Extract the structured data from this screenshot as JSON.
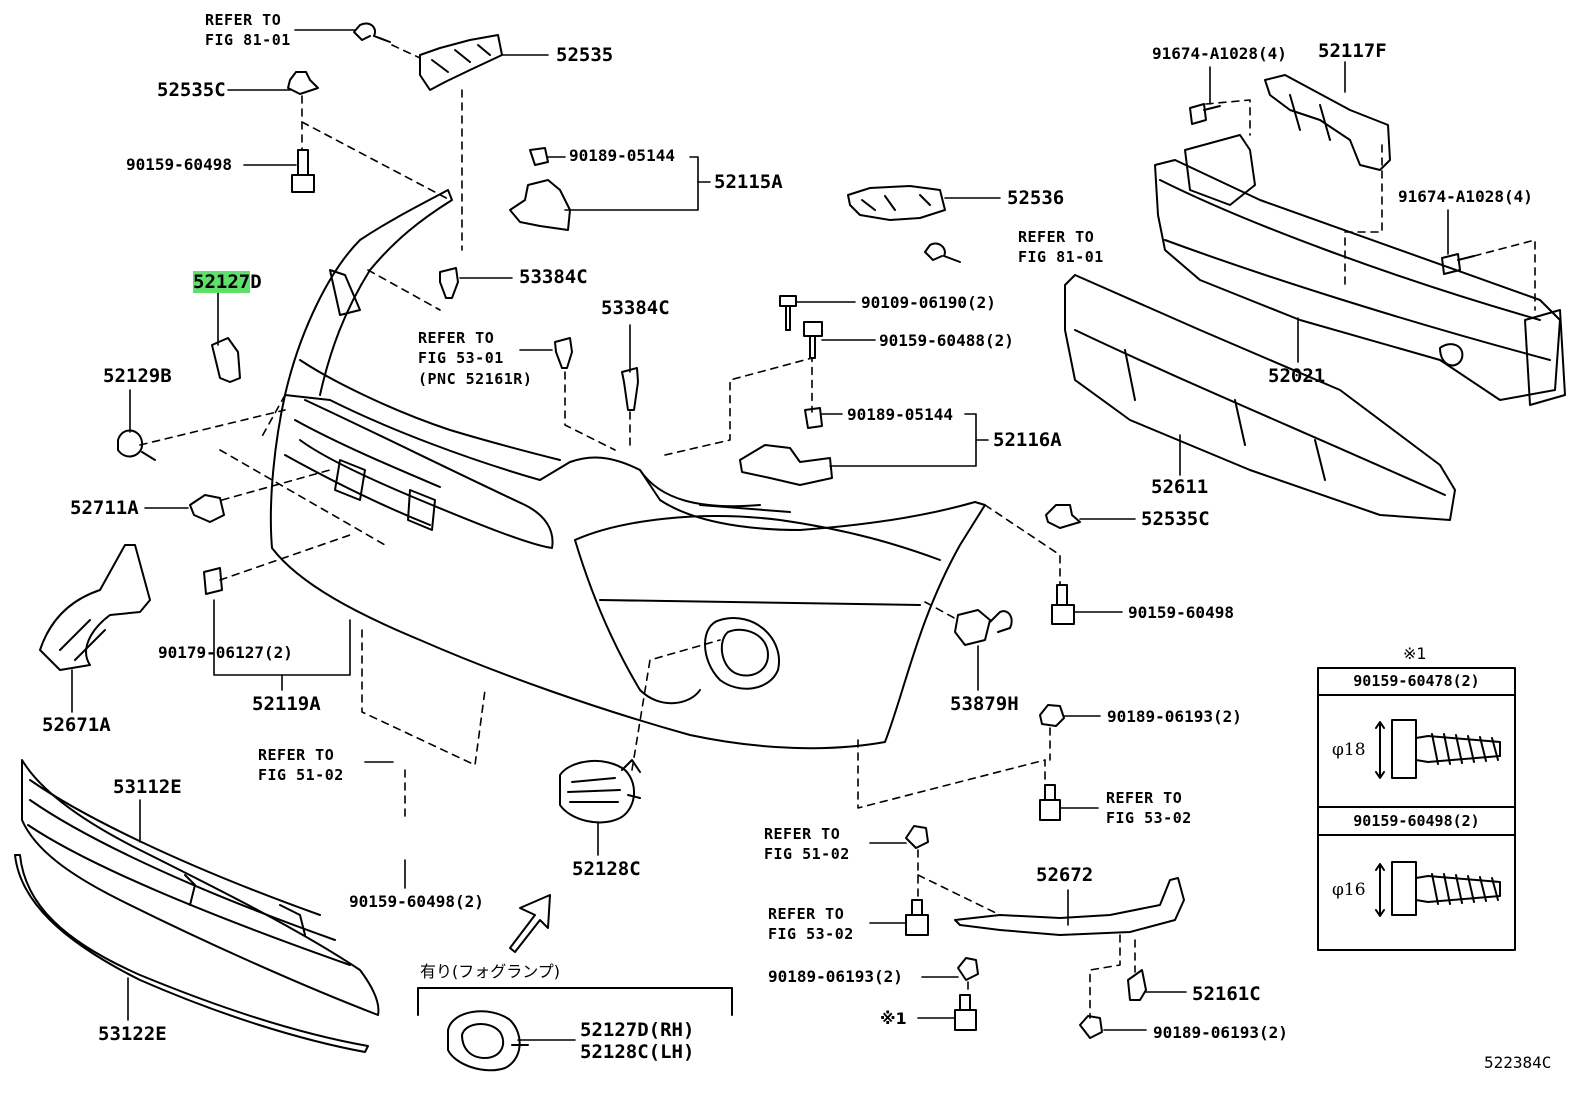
{
  "labels": {
    "refer_to_1": "REFER TO",
    "fig_81_01_a": "FIG 81-01",
    "p52535": "52535",
    "p52535C_a": "52535C",
    "p90159_60498_a": "90159-60498",
    "p90189_05144_a": "90189-05144",
    "p52115A": "52115A",
    "p52127D_hl": "52127",
    "p52127D_suffix": "D",
    "p53384C_a": "53384C",
    "refer_to_2": "REFER TO",
    "fig_53_01": "FIG 53-01",
    "pnc_52161R": "(PNC 52161R)",
    "p53384C_b": "53384C",
    "p52129B": "52129B",
    "p52711A": "52711A",
    "p90179_06127": "90179-06127(2)",
    "p52119A": "52119A",
    "p52671A": "52671A",
    "refer_to_3": "REFER TO",
    "fig_51_02_a": "FIG 51-02",
    "p53112E": "53112E",
    "p90159_60498_b": "90159-60498(2)",
    "p52128C": "52128C",
    "p53122E": "53122E",
    "fog_lamp_note": "有り(フォグランプ)",
    "p52127D_RH": "52127D(RH)",
    "p52128C_LH": "52128C(LH)",
    "p52536": "52536",
    "refer_to_4": "REFER TO",
    "fig_81_01_b": "FIG 81-01",
    "p90109_06190": "90109-06190(2)",
    "p90159_60488": "90159-60488(2)",
    "p90189_05144_b": "90189-05144",
    "p52116A": "52116A",
    "p52535C_b": "52535C",
    "p90159_60498_c": "90159-60498",
    "p53879H": "53879H",
    "p90189_06193_a": "90189-06193(2)",
    "refer_to_5": "REFER TO",
    "fig_53_02_a": "FIG 53-02",
    "refer_to_6": "REFER TO",
    "fig_51_02_b": "FIG 51-02",
    "refer_to_7": "REFER TO",
    "fig_53_02_b": "FIG 53-02",
    "p90189_06193_b": "90189-06193(2)",
    "note_mark_1": "※1",
    "p52672": "52672",
    "p52161C": "52161C",
    "p90189_06193_c": "90189-06193(2)",
    "p91674_A1028_a": "91674-A1028(4)",
    "p52117F": "52117F",
    "p91674_A1028_b": "91674-A1028(4)",
    "p52021": "52021",
    "p52611": "52611",
    "diagram_id": "522384C"
  },
  "fastener_table": {
    "note_mark": "※1",
    "rows": [
      {
        "part": "90159-60478(2)",
        "dimension": "φ18"
      },
      {
        "part": "90159-60498(2)",
        "dimension": "φ16"
      }
    ]
  },
  "colors": {
    "highlight": "#5fe06a",
    "line": "#000000"
  }
}
